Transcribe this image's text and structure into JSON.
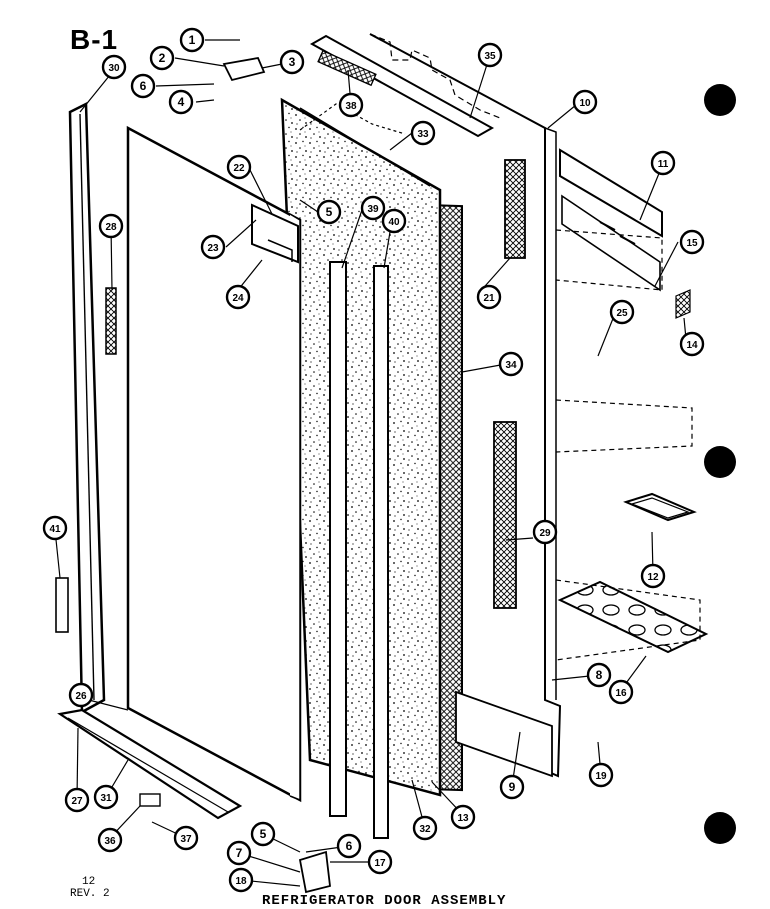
{
  "section_title": "B-1",
  "page_number": "12",
  "revision": "REV. 2",
  "footer_title": "REFRIGERATOR  DOOR ASSEMBLY",
  "callouts": [
    "1",
    "2",
    "3",
    "4",
    "5",
    "6",
    "7",
    "8",
    "9",
    "10",
    "11",
    "12",
    "13",
    "14",
    "15",
    "16",
    "17",
    "18",
    "19",
    "21",
    "22",
    "23",
    "24",
    "25",
    "26",
    "27",
    "28",
    "29",
    "30",
    "31",
    "32",
    "33",
    "34",
    "35",
    "36",
    "37",
    "38",
    "39",
    "40",
    "41"
  ]
}
